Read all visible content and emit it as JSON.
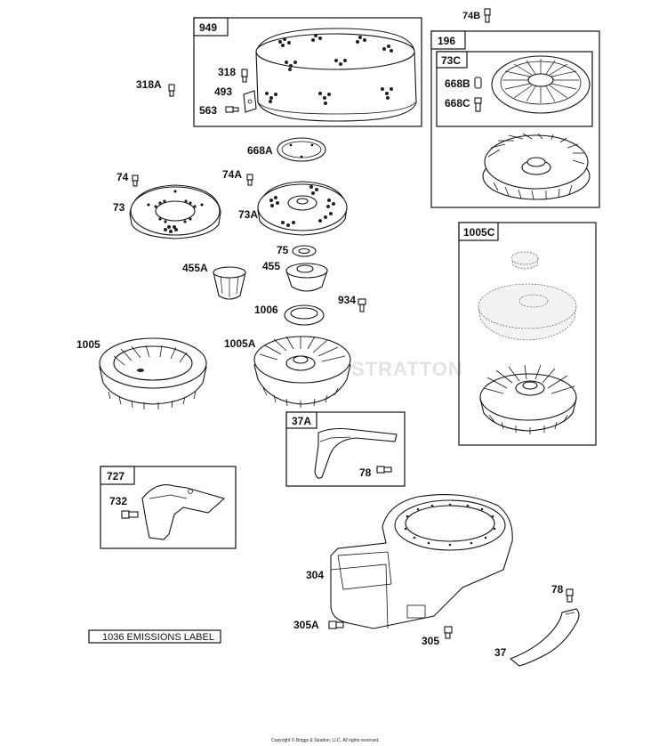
{
  "boxes": {
    "b949": "949",
    "b196": "196",
    "b73c": "73C",
    "b1005c": "1005C",
    "b37a": "37A",
    "b727": "727"
  },
  "labels": {
    "p74b": "74B",
    "p318a": "318A",
    "p318": "318",
    "p493": "493",
    "p563": "563",
    "p668b": "668B",
    "p668c": "668C",
    "p668a": "668A",
    "p74": "74",
    "p74a": "74A",
    "p73": "73",
    "p73a": "73A",
    "p75": "75",
    "p455a": "455A",
    "p455": "455",
    "p934": "934",
    "p1006": "1006",
    "p1005": "1005",
    "p1005a": "1005A",
    "p78a": "78",
    "p732": "732",
    "p304": "304",
    "p78b": "78",
    "p305a": "305A",
    "p305": "305",
    "p37": "37"
  },
  "emissions_label": "1036 EMISSIONS LABEL",
  "watermark": "STRATTON",
  "copyright": "Copyright © Briggs & Stratton, LLC. All rights reserved."
}
